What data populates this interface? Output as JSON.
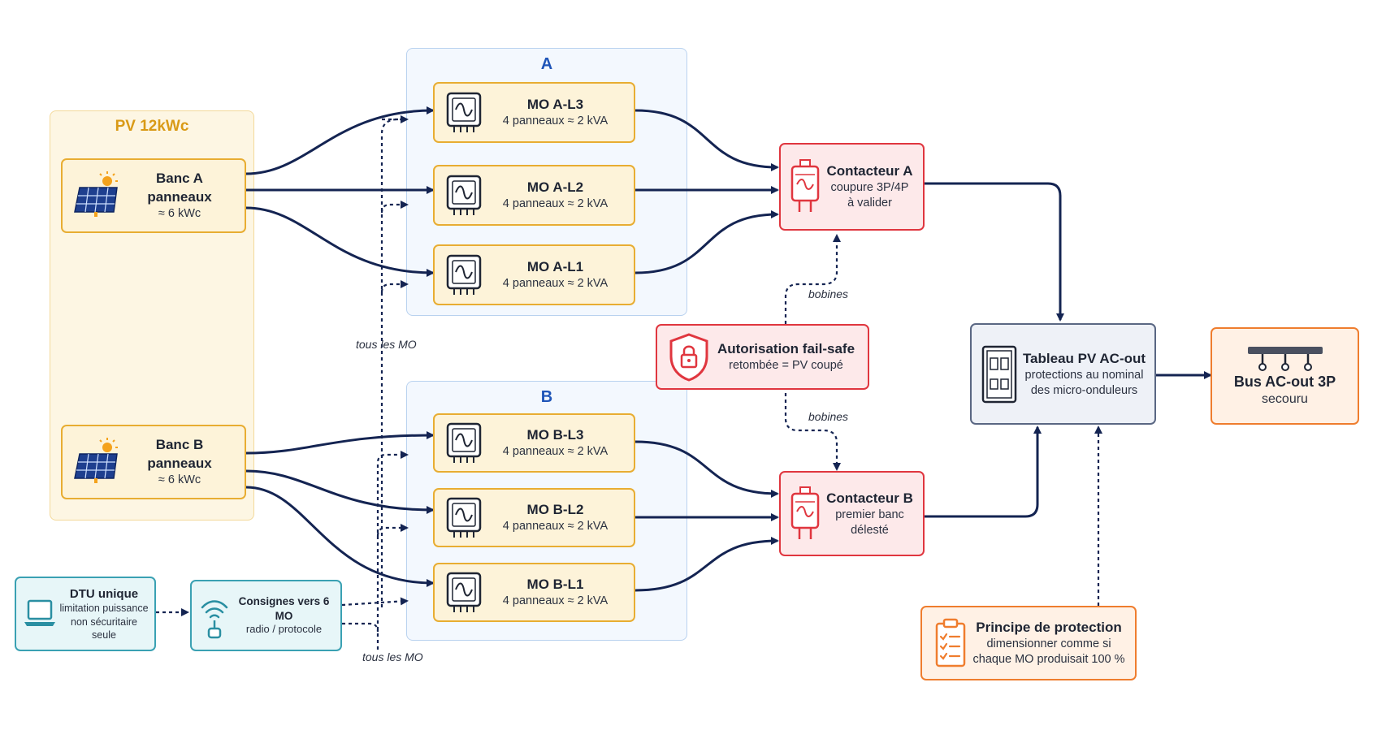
{
  "groups": {
    "pv": {
      "title": "PV 12kWc"
    },
    "a": {
      "title": "A"
    },
    "b": {
      "title": "B"
    }
  },
  "banks": [
    {
      "id": "bank-a",
      "title": "Banc A panneaux",
      "sub": "≈ 6 kWc",
      "icon": "solar-panel-icon"
    },
    {
      "id": "bank-b",
      "title": "Banc B panneaux",
      "sub": "≈ 6 kWc",
      "icon": "solar-panel-icon"
    }
  ],
  "inverters": [
    {
      "id": "mo-a-l3",
      "title": "MO A-L3",
      "sub": "4 panneaux  ≈ 2 kVA"
    },
    {
      "id": "mo-a-l2",
      "title": "MO A-L2",
      "sub": "4 panneaux  ≈ 2 kVA"
    },
    {
      "id": "mo-a-l1",
      "title": "MO A-L1",
      "sub": "4 panneaux  ≈ 2 kVA"
    },
    {
      "id": "mo-b-l3",
      "title": "MO B-L3",
      "sub": "4 panneaux  ≈ 2 kVA"
    },
    {
      "id": "mo-b-l2",
      "title": "MO B-L2",
      "sub": "4 panneaux  ≈ 2 kVA"
    },
    {
      "id": "mo-b-l1",
      "title": "MO B-L1",
      "sub": "4 panneaux  ≈ 2 kVA"
    }
  ],
  "contactors": {
    "a": {
      "title": "Contacteur A",
      "line1": "coupure 3P/4P",
      "line2": "à valider"
    },
    "b": {
      "title": "Contacteur B",
      "line1": "premier banc",
      "line2": "délesté"
    }
  },
  "failsafe": {
    "title": "Autorisation fail-safe",
    "sub": "retombée = PV coupé"
  },
  "tableau": {
    "title": "Tableau PV AC-out",
    "line1": "protections au nominal",
    "line2": "des micro-onduleurs"
  },
  "bus": {
    "title": "Bus AC-out 3P",
    "sub": "secouru"
  },
  "dtu": {
    "title": "DTU unique",
    "line1": "limitation puissance",
    "line2": "non sécuritaire seule"
  },
  "consignes": {
    "title": "Consignes vers 6 MO",
    "sub": "radio / protocole"
  },
  "principe": {
    "title": "Principe de protection",
    "line1": "dimensionner comme si",
    "line2": "chaque MO produisait 100 %"
  },
  "labels": {
    "tous_mo_top": "tous les MO",
    "tous_mo_bottom": "tous les MO",
    "bobines_top": "bobines",
    "bobines_bottom": "bobines"
  },
  "colors": {
    "wire": "#142452",
    "pv_border": "#e8ad32",
    "red": "#e0363f",
    "teal": "#3aa1b3",
    "orange": "#ef7d2e",
    "group_blue": "#1f55b8"
  }
}
